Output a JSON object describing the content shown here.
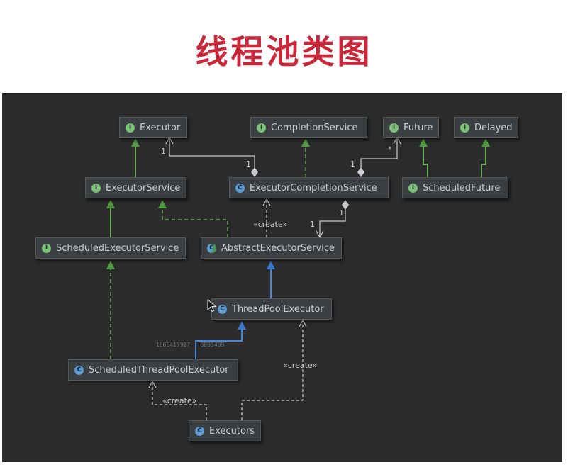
{
  "title": "线程池类图",
  "badges": {
    "interface": "I",
    "class": "C"
  },
  "colors": {
    "title": "#c8283a",
    "canvas": "#2b2b2b",
    "inherit_interface": "#6aab5a",
    "inherit_class": "#4a86d8",
    "dependency": "#c8ccd0"
  },
  "nodes": {
    "executor": "Executor",
    "completion_service": "CompletionService",
    "future": "Future",
    "delayed": "Delayed",
    "executor_service": "ExecutorService",
    "executor_completion_service": "ExecutorCompletionService",
    "scheduled_future": "ScheduledFuture",
    "scheduled_executor_service": "ScheduledExecutorService",
    "abstract_executor_service": "AbstractExecutorService",
    "thread_pool_executor": "ThreadPoolExecutor",
    "scheduled_thread_pool_executor": "ScheduledThreadPoolExecutor",
    "executors": "Executors"
  },
  "edge_labels": {
    "mult_executor": "1",
    "mult_ecs_executor": "1",
    "mult_ecs_future": "1",
    "mult_future_star": "*",
    "mult_ecs_aes_top": "1",
    "mult_ecs_aes_bottom": "1",
    "create_ecs": "«create»",
    "create_tpe": "«create»",
    "create_stpe": "«create»"
  },
  "watermark": "1666417927 | 6895499"
}
